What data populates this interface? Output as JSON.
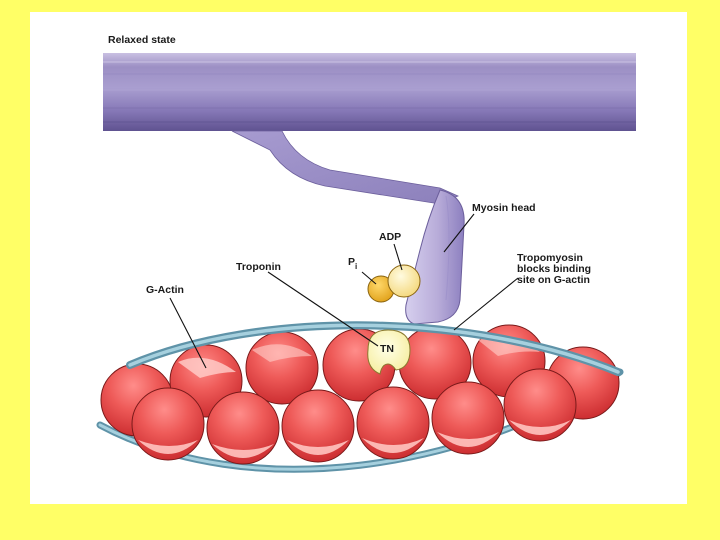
{
  "diagram": {
    "title": "Relaxed state",
    "labels": {
      "myosin_head": "Myosin head",
      "adp": "ADP",
      "pi_main": "P",
      "pi_sub": "i",
      "troponin": "Troponin",
      "g_actin": "G-Actin",
      "tropomyosin_1": "Tropomyosin",
      "tropomyosin_2": "blocks binding",
      "tropomyosin_3": "site on G-actin",
      "tn": "TN"
    },
    "colors": {
      "background": "#ffff66",
      "panel": "#ffffff",
      "myosin": "#9c8fc4",
      "myosin_dark": "#6a5c96",
      "actin": "#e84a4a",
      "actin_light": "#ffc4c0",
      "tropomyosin": "#8fbfcf",
      "troponin": "#fff3a0",
      "adp": "#ffe9a0",
      "pi": "#f2b830"
    }
  }
}
